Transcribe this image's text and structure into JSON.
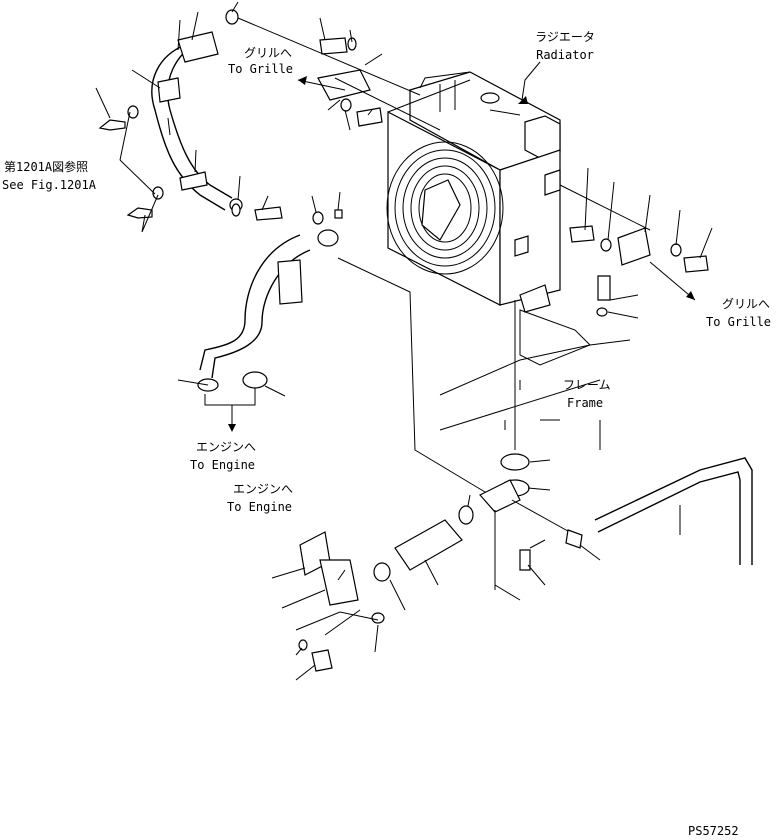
{
  "labels": {
    "radiator_jp": "ラジエータ",
    "radiator_en": "Radiator",
    "grille_top_jp": "グリルへ",
    "grille_top_en": "To Grille",
    "grille_right_jp": "グリルへ",
    "grille_right_en": "To Grille",
    "see_fig_jp": "第1201A図参照",
    "see_fig_en": "See Fig.1201A",
    "frame_jp": "フレーム",
    "frame_en": "Frame",
    "engine1_jp": "エンジンへ",
    "engine1_en": "To Engine",
    "engine2_jp": "エンジンへ",
    "engine2_en": "To Engine",
    "drawing_no": "PS57252"
  }
}
